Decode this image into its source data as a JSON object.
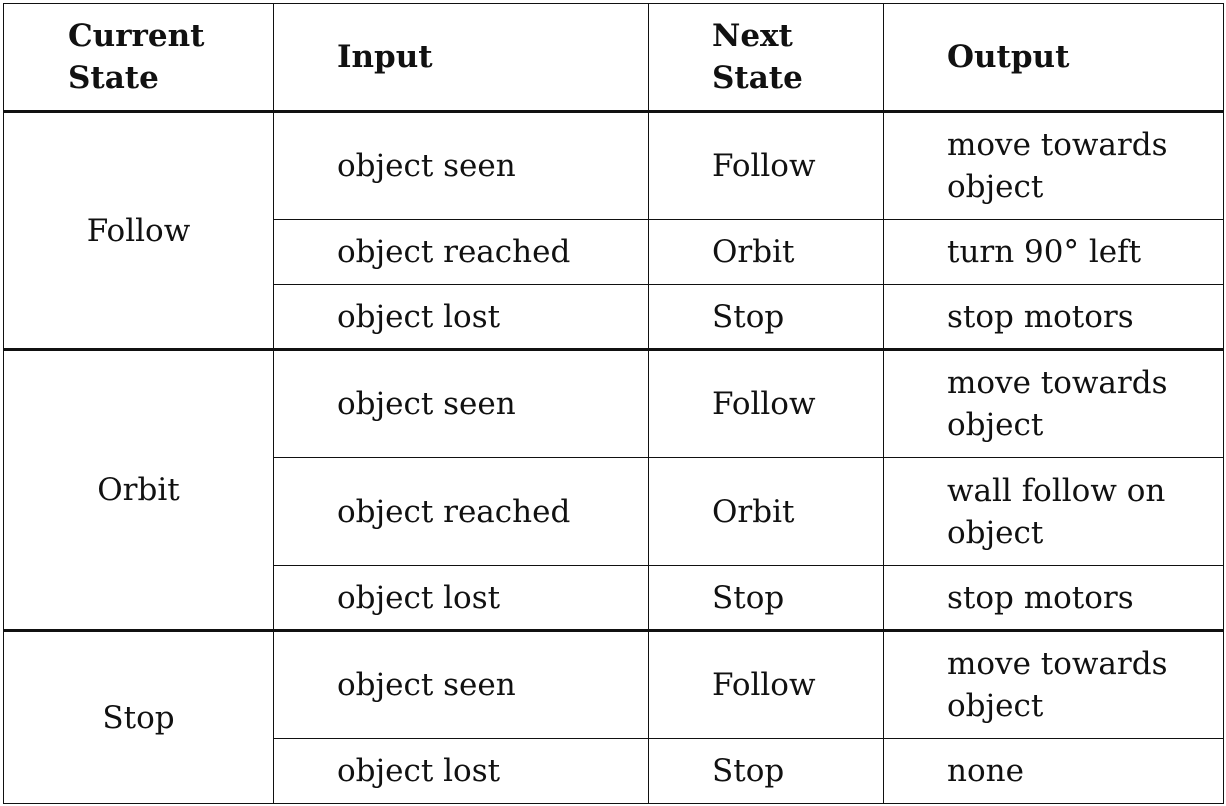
{
  "table": {
    "headers": {
      "current_state_line1": "Current",
      "current_state_line2": "State",
      "input": "Input",
      "next_state_line1": "Next",
      "next_state_line2": "State",
      "output": "Output"
    },
    "groups": [
      {
        "state": "Follow",
        "rows": [
          {
            "input": "object seen",
            "next": "Follow",
            "output_line1": "move towards",
            "output_line2": "object"
          },
          {
            "input": "object reached",
            "next": "Orbit",
            "output_line1": "turn 90° left",
            "output_line2": ""
          },
          {
            "input": "object lost",
            "next": "Stop",
            "output_line1": "stop motors",
            "output_line2": ""
          }
        ]
      },
      {
        "state": "Orbit",
        "rows": [
          {
            "input": "object seen",
            "next": "Follow",
            "output_line1": "move towards",
            "output_line2": "object"
          },
          {
            "input": "object reached",
            "next": "Orbit",
            "output_line1": "wall follow on",
            "output_line2": "object"
          },
          {
            "input": "object lost",
            "next": "Stop",
            "output_line1": "stop motors",
            "output_line2": ""
          }
        ]
      },
      {
        "state": "Stop",
        "rows": [
          {
            "input": "object seen",
            "next": "Follow",
            "output_line1": "move towards",
            "output_line2": "object"
          },
          {
            "input": "object lost",
            "next": "Stop",
            "output_line1": "none",
            "output_line2": ""
          }
        ]
      }
    ]
  }
}
